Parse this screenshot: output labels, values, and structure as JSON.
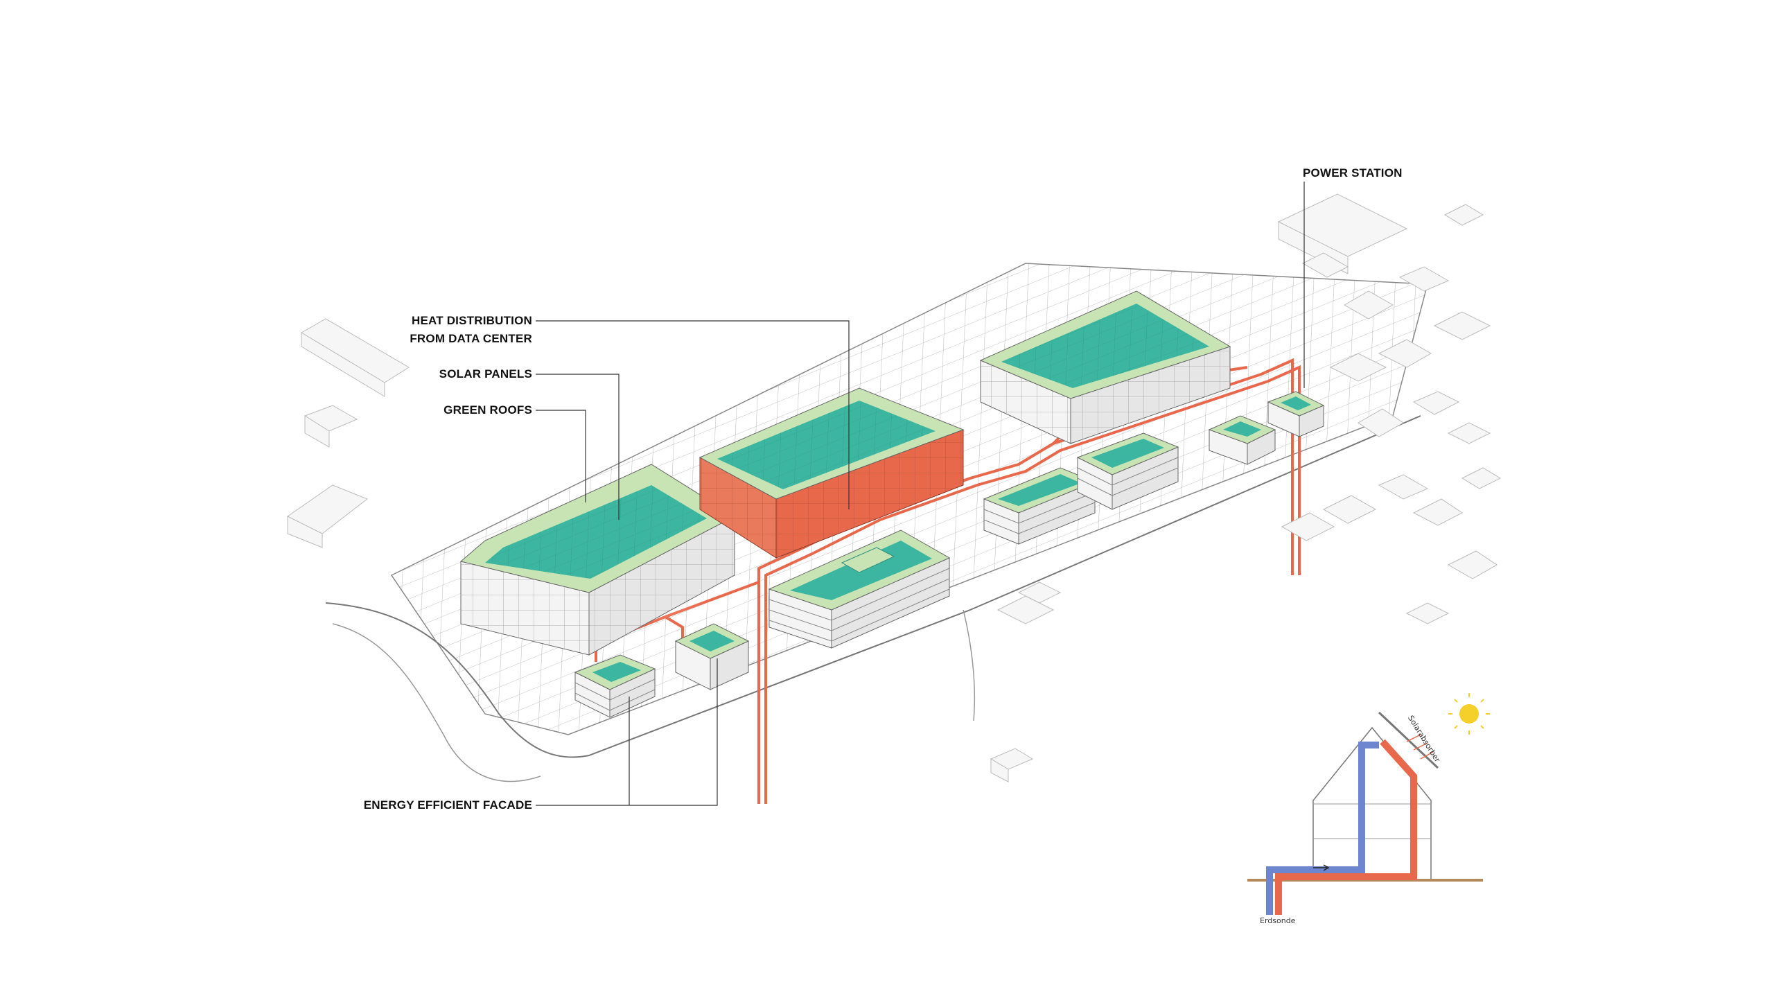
{
  "labels": {
    "heat_distribution_line1": "HEAT DISTRIBUTION",
    "heat_distribution_line2": "FROM DATA CENTER",
    "solar_panels": "SOLAR PANELS",
    "green_roofs": "GREEN ROOFS",
    "power_station": "POWER STATION",
    "energy_efficient_facade": "ENERGY EFFICIENT FACADE"
  },
  "inset": {
    "solar_label": "Solarabsorber",
    "ground_label": "Erdsonde"
  },
  "colors": {
    "solar": "#3cb6a0",
    "green_roof": "#c8e3b4",
    "heat": "#e8684c",
    "facade_red": "#ea7a5c",
    "pipe_blue": "#6d86cf",
    "ground": "#b58a5a",
    "sun": "#f5cf2a"
  }
}
